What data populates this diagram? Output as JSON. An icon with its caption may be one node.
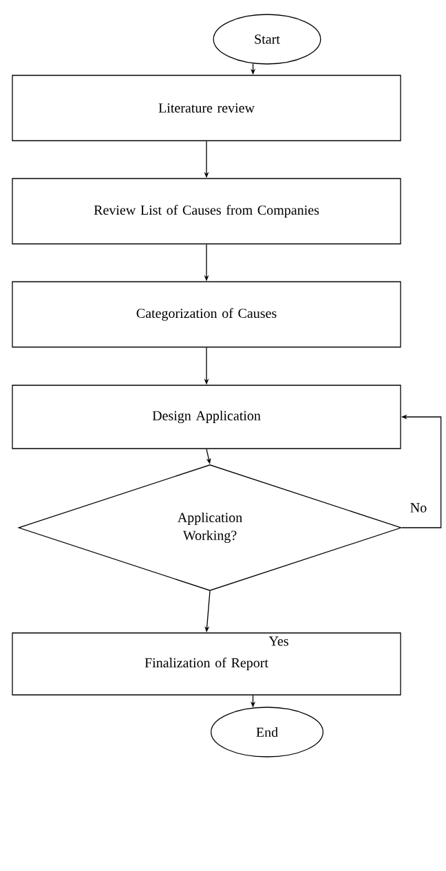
{
  "diagram": {
    "nodes": [
      {
        "text": [
          "Start"
        ]
      },
      {
        "text": [
          "Literature review"
        ]
      },
      {
        "text": [
          "Review List of Causes from Companies"
        ]
      },
      {
        "text": [
          "Categorization of Causes"
        ]
      },
      {
        "text": [
          "Design Application"
        ]
      },
      {
        "text": [
          "Application Working?"
        ]
      },
      {
        "text": [
          "Finalization of Report"
        ]
      },
      {
        "text": [
          "End"
        ]
      }
    ],
    "edges": [
      {
        "from": 0,
        "to": 1,
        "arrow": "to"
      },
      {
        "from": 1,
        "to": 2,
        "arrow": "to"
      },
      {
        "from": 2,
        "to": 3,
        "arrow": "to"
      },
      {
        "from": 3,
        "to": 4,
        "arrow": "to"
      },
      {
        "from": 4,
        "to": 5,
        "arrow": "to"
      },
      {
        "from": 5,
        "to": 4,
        "arrow": "to",
        "label": "No"
      },
      {
        "from": 5,
        "to": 6,
        "arrow": "to",
        "label": "Yes"
      },
      {
        "from": 6,
        "to": 7,
        "arrow": "to"
      }
    ]
  }
}
